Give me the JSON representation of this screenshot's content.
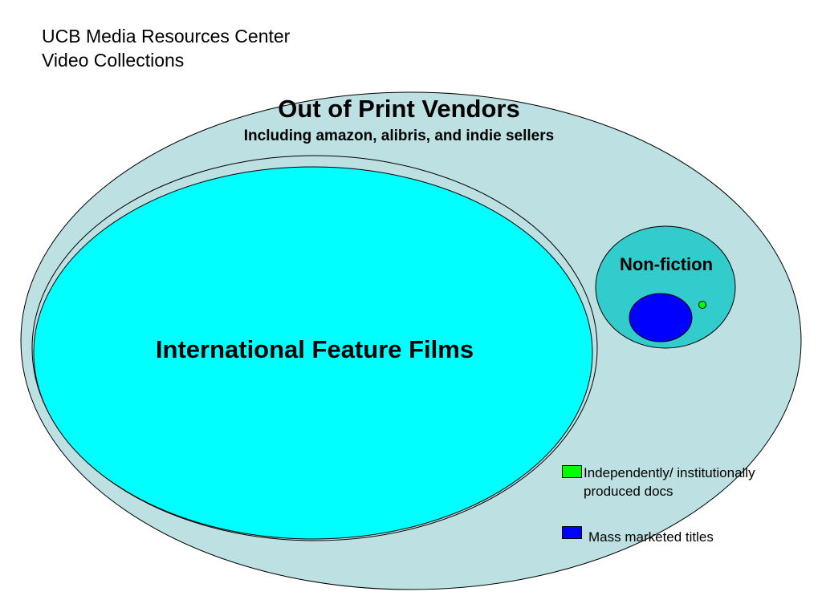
{
  "header": {
    "line1": "UCB Media Resources Center",
    "line2": "Video Collections"
  },
  "diagram": {
    "outer": {
      "title": "Out of Print Vendors",
      "subtitle": "Including amazon, alibris, and indie sellers",
      "fill": "#bde0e3"
    },
    "international": {
      "label": "International Feature Films",
      "fill": "#00ffff"
    },
    "nonfiction": {
      "label": "Non-fiction",
      "fill": "#33cccc"
    },
    "mass_marketed_marker_fill": "#0000ff",
    "independent_marker_fill": "#00ff00"
  },
  "legend": {
    "independent": {
      "text": "Independently/ institutionally produced docs",
      "color": "#00ff00"
    },
    "mass": {
      "text": "Mass marketed titles",
      "color": "#0000ff"
    }
  }
}
